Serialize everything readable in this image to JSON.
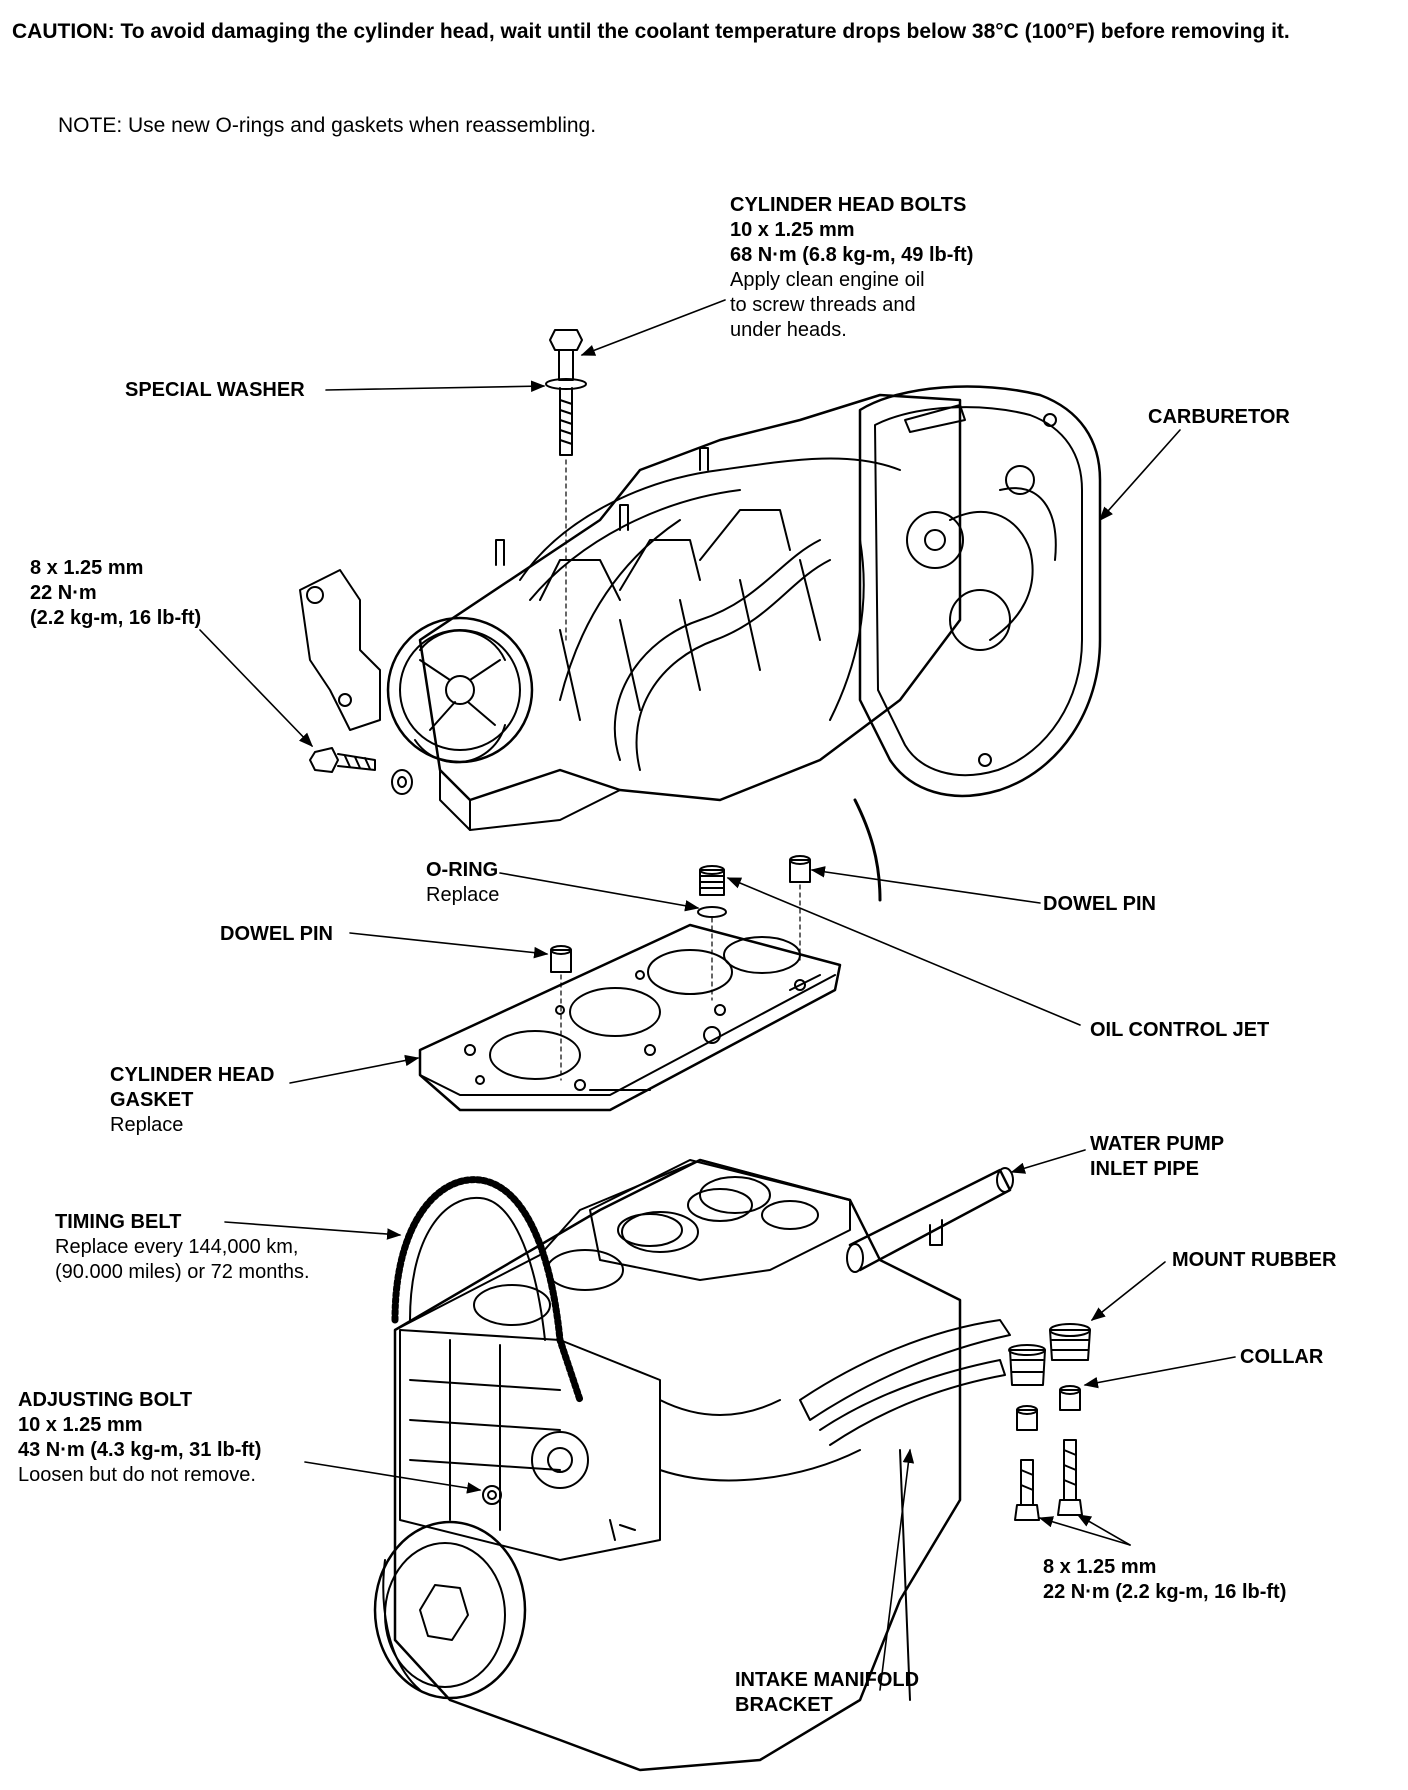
{
  "caution": {
    "prefix": "CAUTION:",
    "text": "To avoid damaging the cylinder head, wait until the coolant temperature drops below 38°C (100°F) before removing it."
  },
  "note": "NOTE:  Use new O-rings and gaskets when reassembling.",
  "labels": {
    "cylinder_head_bolts": {
      "line1": "CYLINDER HEAD BOLTS",
      "line2": "10 x 1.25 mm",
      "line3": "68 N·m (6.8 kg-m, 49 lb-ft)",
      "line4": "Apply clean engine oil",
      "line5": "to screw threads and",
      "line6": "under heads."
    },
    "special_washer": "SPECIAL WASHER",
    "carburetor": "CARBURETOR",
    "bracket_bolt": {
      "line1": "8 x 1.25 mm",
      "line2": "22 N·m",
      "line3": "(2.2 kg-m, 16 lb-ft)"
    },
    "o_ring": {
      "line1": "O-RING",
      "line2": "Replace"
    },
    "dowel_pin_right": "DOWEL PIN",
    "dowel_pin_left": "DOWEL PIN",
    "oil_control_jet": "OIL CONTROL JET",
    "cylinder_head_gasket": {
      "line1": "CYLINDER HEAD",
      "line2": "GASKET",
      "line3": "Replace"
    },
    "water_pump_inlet_pipe": {
      "line1": "WATER PUMP",
      "line2": "INLET PIPE"
    },
    "timing_belt": {
      "line1": "TIMING BELT",
      "line2": "Replace every 144,000 km,",
      "line3": "(90.000 miles) or 72 months."
    },
    "mount_rubber": "MOUNT RUBBER",
    "collar": "COLLAR",
    "adjusting_bolt": {
      "line1": "ADJUSTING BOLT",
      "line2": "10 x 1.25 mm",
      "line3": "43 N·m (4.3 kg-m, 31 lb-ft)",
      "line4": "Loosen but do not remove."
    },
    "mount_bolt": {
      "line1": "8 x 1.25 mm",
      "line2": "22 N·m (2.2 kg-m, 16 lb-ft)"
    },
    "intake_manifold_bracket": {
      "line1": "INTAKE MANIFOLD",
      "line2": "BRACKET"
    }
  }
}
